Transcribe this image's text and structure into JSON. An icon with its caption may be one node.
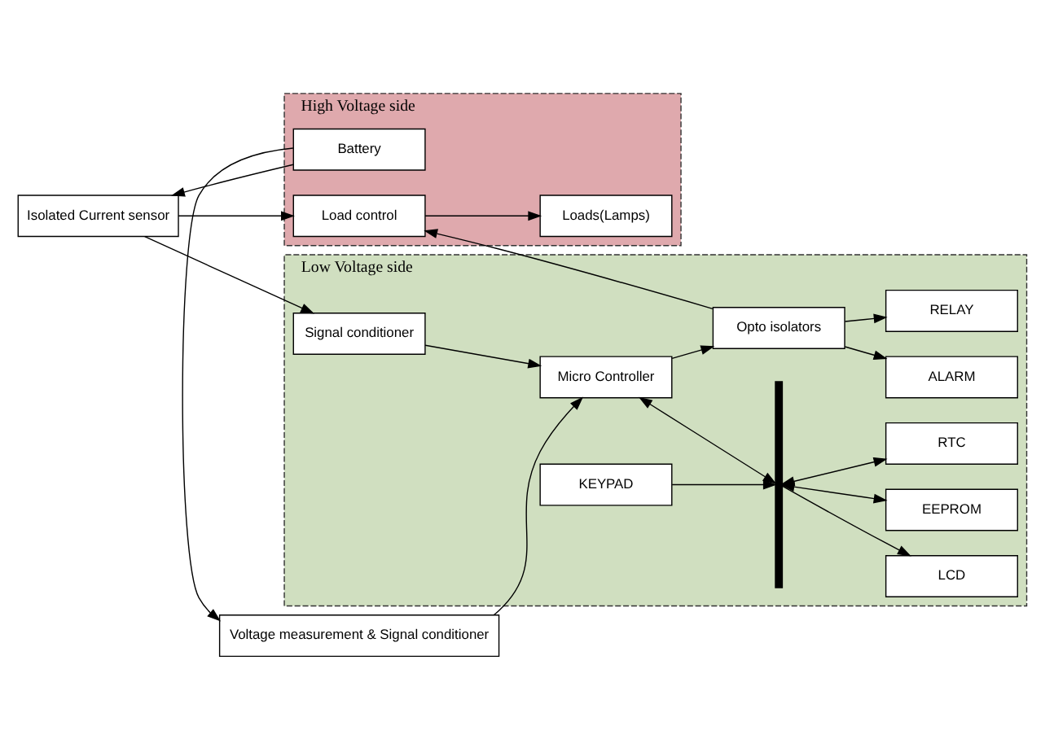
{
  "diagram": {
    "nodes": [
      {
        "text": [
          "High Voltage side"
        ]
      },
      {
        "text": [
          "Low Voltage side"
        ]
      },
      {
        "text": [
          "Battery"
        ],
        "in": 0
      },
      {
        "text": [
          "Voltage measurement & Signal conditioner"
        ]
      },
      {
        "text": [
          "Isolated Current sensor"
        ]
      },
      {
        "text": [
          "Signal conditioner"
        ],
        "in": 1
      },
      {
        "text": [
          "Micro Controller"
        ],
        "in": 1
      },
      {
        "text": [],
        "shape": "bar",
        "in": 1
      },
      {
        "text": [
          "LCD"
        ],
        "in": 1
      },
      {
        "text": [
          "EEPROM"
        ],
        "in": 1
      },
      {
        "text": [
          "RTC"
        ],
        "in": 1
      },
      {
        "text": [
          "KEYPAD"
        ],
        "in": 1
      },
      {
        "text": [
          "Load control"
        ],
        "in": 0
      },
      {
        "text": [
          "Opto isolators"
        ],
        "in": 1
      },
      {
        "text": [
          "ALARM"
        ],
        "in": 1
      },
      {
        "text": [
          "RELAY"
        ],
        "in": 1
      },
      {
        "text": [
          "Loads(Lamps)"
        ],
        "in": 0
      }
    ],
    "edges": [
      {
        "from": 2,
        "to": 3,
        "arrow": "to"
      },
      {
        "from": 2,
        "to": 4,
        "arrow": "to"
      },
      {
        "from": 3,
        "to": 6,
        "arrow": "to"
      },
      {
        "from": 4,
        "to": 5,
        "arrow": "to"
      },
      {
        "from": 5,
        "to": 6,
        "arrow": "to"
      },
      {
        "from": 6,
        "to": 7,
        "arrow": "both"
      },
      {
        "from": 7,
        "to": 8,
        "arrow": "to"
      },
      {
        "from": 7,
        "to": 9,
        "arrow": "both"
      },
      {
        "from": 7,
        "to": 10,
        "arrow": "both"
      },
      {
        "from": 11,
        "to": 7,
        "arrow": "to"
      },
      {
        "from": 4,
        "to": 12,
        "arrow": "to"
      },
      {
        "from": 6,
        "to": 13,
        "arrow": "to"
      },
      {
        "from": 13,
        "to": 12,
        "arrow": "to"
      },
      {
        "from": 13,
        "to": 14,
        "arrow": "to"
      },
      {
        "from": 13,
        "to": 15,
        "arrow": "to"
      },
      {
        "from": 12,
        "to": 16,
        "arrow": "to"
      }
    ]
  }
}
